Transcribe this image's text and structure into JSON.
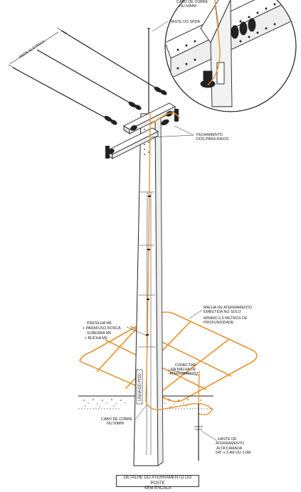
{
  "labels": {
    "cabo_cobre_top_1": "CABO DE COBRE",
    "cabo_cobre_top_2": "NU 50MM",
    "haste_spda": "HASTE DO SPDA",
    "rede_eletrica": "REDE ELÉTRICA",
    "fechamento_1": "FECHAMENTO",
    "fechamento_2": "DOS PARA-RAIOS",
    "malha_1": "MALHA DE ATERRAMENTO",
    "malha_2": "EMBUTIDA NO SOLO",
    "malha_3": "MÍNIMO 0,5 METROS DE",
    "malha_4": "PROFUNDIDADE",
    "presilha_1": "PRESILHA M6",
    "presilha_2": "+ PARAFUSO ROSCA",
    "presilha_3": "SOBERBA M6",
    "presilha_4": "+ BUCHA M6",
    "conectar_1": "CONECTAR",
    "conectar_2": "NA MALHA DE",
    "conectar_3": "ATERRAMENTO",
    "linha_piso": "LINHA DO PISO",
    "cabo_cobre_bot_1": "CABO DE COBRE",
    "cabo_cobre_bot_2": "NU 50MM",
    "haste_aterr_1": "HASTE DE",
    "haste_aterr_2": "ATERRAMENTO",
    "haste_aterr_3": "ALTA CAMADA",
    "haste_aterr_4": "5/8\" x 2,4M OU 3,0M"
  },
  "caption": {
    "line1": "DETALHE DO ATERRAMENTO DO POSTE",
    "line2": "SEM ESCALA"
  },
  "colors": {
    "conductor": "#E8922E",
    "line": "#222222"
  }
}
